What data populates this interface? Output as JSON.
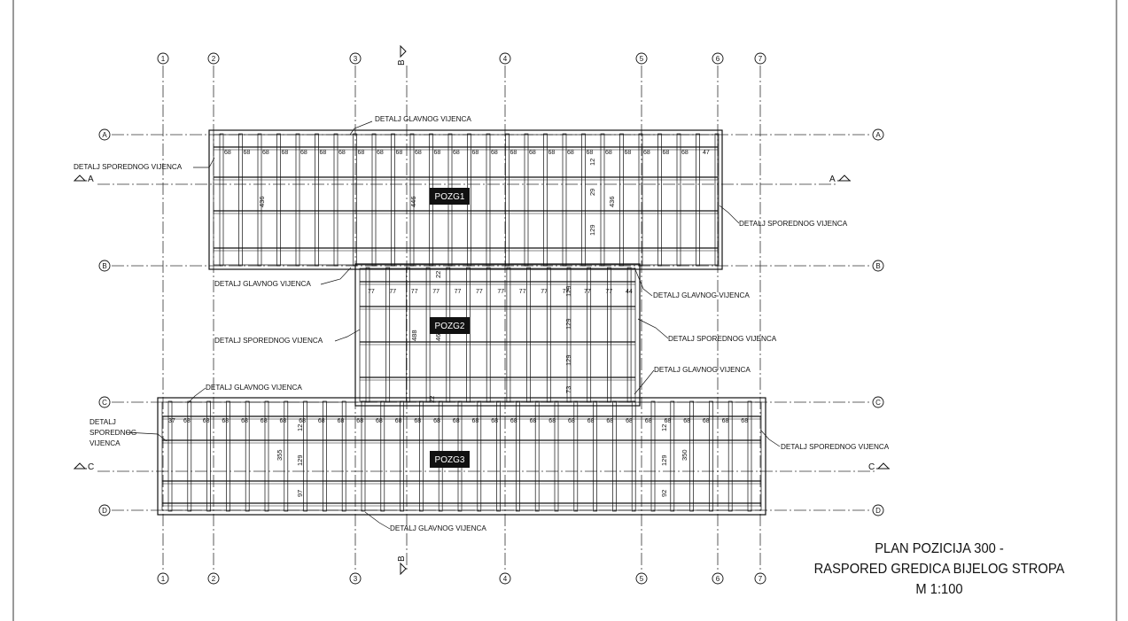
{
  "title": {
    "line1": "PLAN POZICIJA 300 -",
    "line2": "RASPORED GREDICA BIJELOG STROPA",
    "line3": "M 1:100"
  },
  "axes": {
    "numbers": [
      "1",
      "2",
      "3",
      "4",
      "5",
      "6",
      "7"
    ],
    "letters": [
      "A",
      "B",
      "C",
      "D"
    ]
  },
  "sections": {
    "a_left": "A",
    "a_right": "A",
    "c_left": "C",
    "c_right": "C",
    "b_top": "B",
    "b_bottom": "B"
  },
  "positions": {
    "p1": "POZG1",
    "p2": "POZG2",
    "p3": "POZG3"
  },
  "callouts": {
    "gv_top": "DETALJ GLAVNOG VIJENCA",
    "sv_top_left": "DETALJ SPOREDNOG VIJENCA",
    "sv_right_1": "DETALJ SPOREDNOG VIJENCA",
    "gv_mid_left": "DETALJ GLAVNOG VIJENCA",
    "gv_mid_right": "DETALJ GLAVNOG VIJENCA",
    "sv_mid_left": "DETALJ SPOREDNOG VIJENCA",
    "sv_mid_right": "DETALJ SPOREDNOG VIJENCA",
    "gv_lower_right": "DETALJ GLAVNOG VIJENCA",
    "gv_lower_left": "DETALJ GLAVNOG VIJENCA",
    "sv_left_3_l1": "DETALJ",
    "sv_left_3_l2": "SPOREDNOG",
    "sv_left_3_l3": "VIJENCA",
    "sv_right_3": "DETALJ SPOREDNOG VIJENCA",
    "gv_bottom": "DETALJ GLAVNOG VIJENCA"
  },
  "dims": {
    "spacing_top": "68",
    "spacing_top_end": "47",
    "spacing_mid": "77",
    "spacing_mid_end": "44",
    "spacing_bottom": "68",
    "spacing_bottom_start": "37",
    "d436": "436",
    "d446": "446",
    "d436b": "436",
    "d12": "12",
    "d29": "29",
    "d129": "129",
    "d22": "22",
    "d488": "488",
    "d468": "468",
    "d129m1": "129",
    "d129m2": "129",
    "d129m3": "129",
    "d73": "73",
    "d12b": "12",
    "d355": "355",
    "d129b": "129",
    "d97": "97",
    "d12c": "12",
    "d129c": "129",
    "d350": "350",
    "d92": "92",
    "d22b": "22"
  }
}
